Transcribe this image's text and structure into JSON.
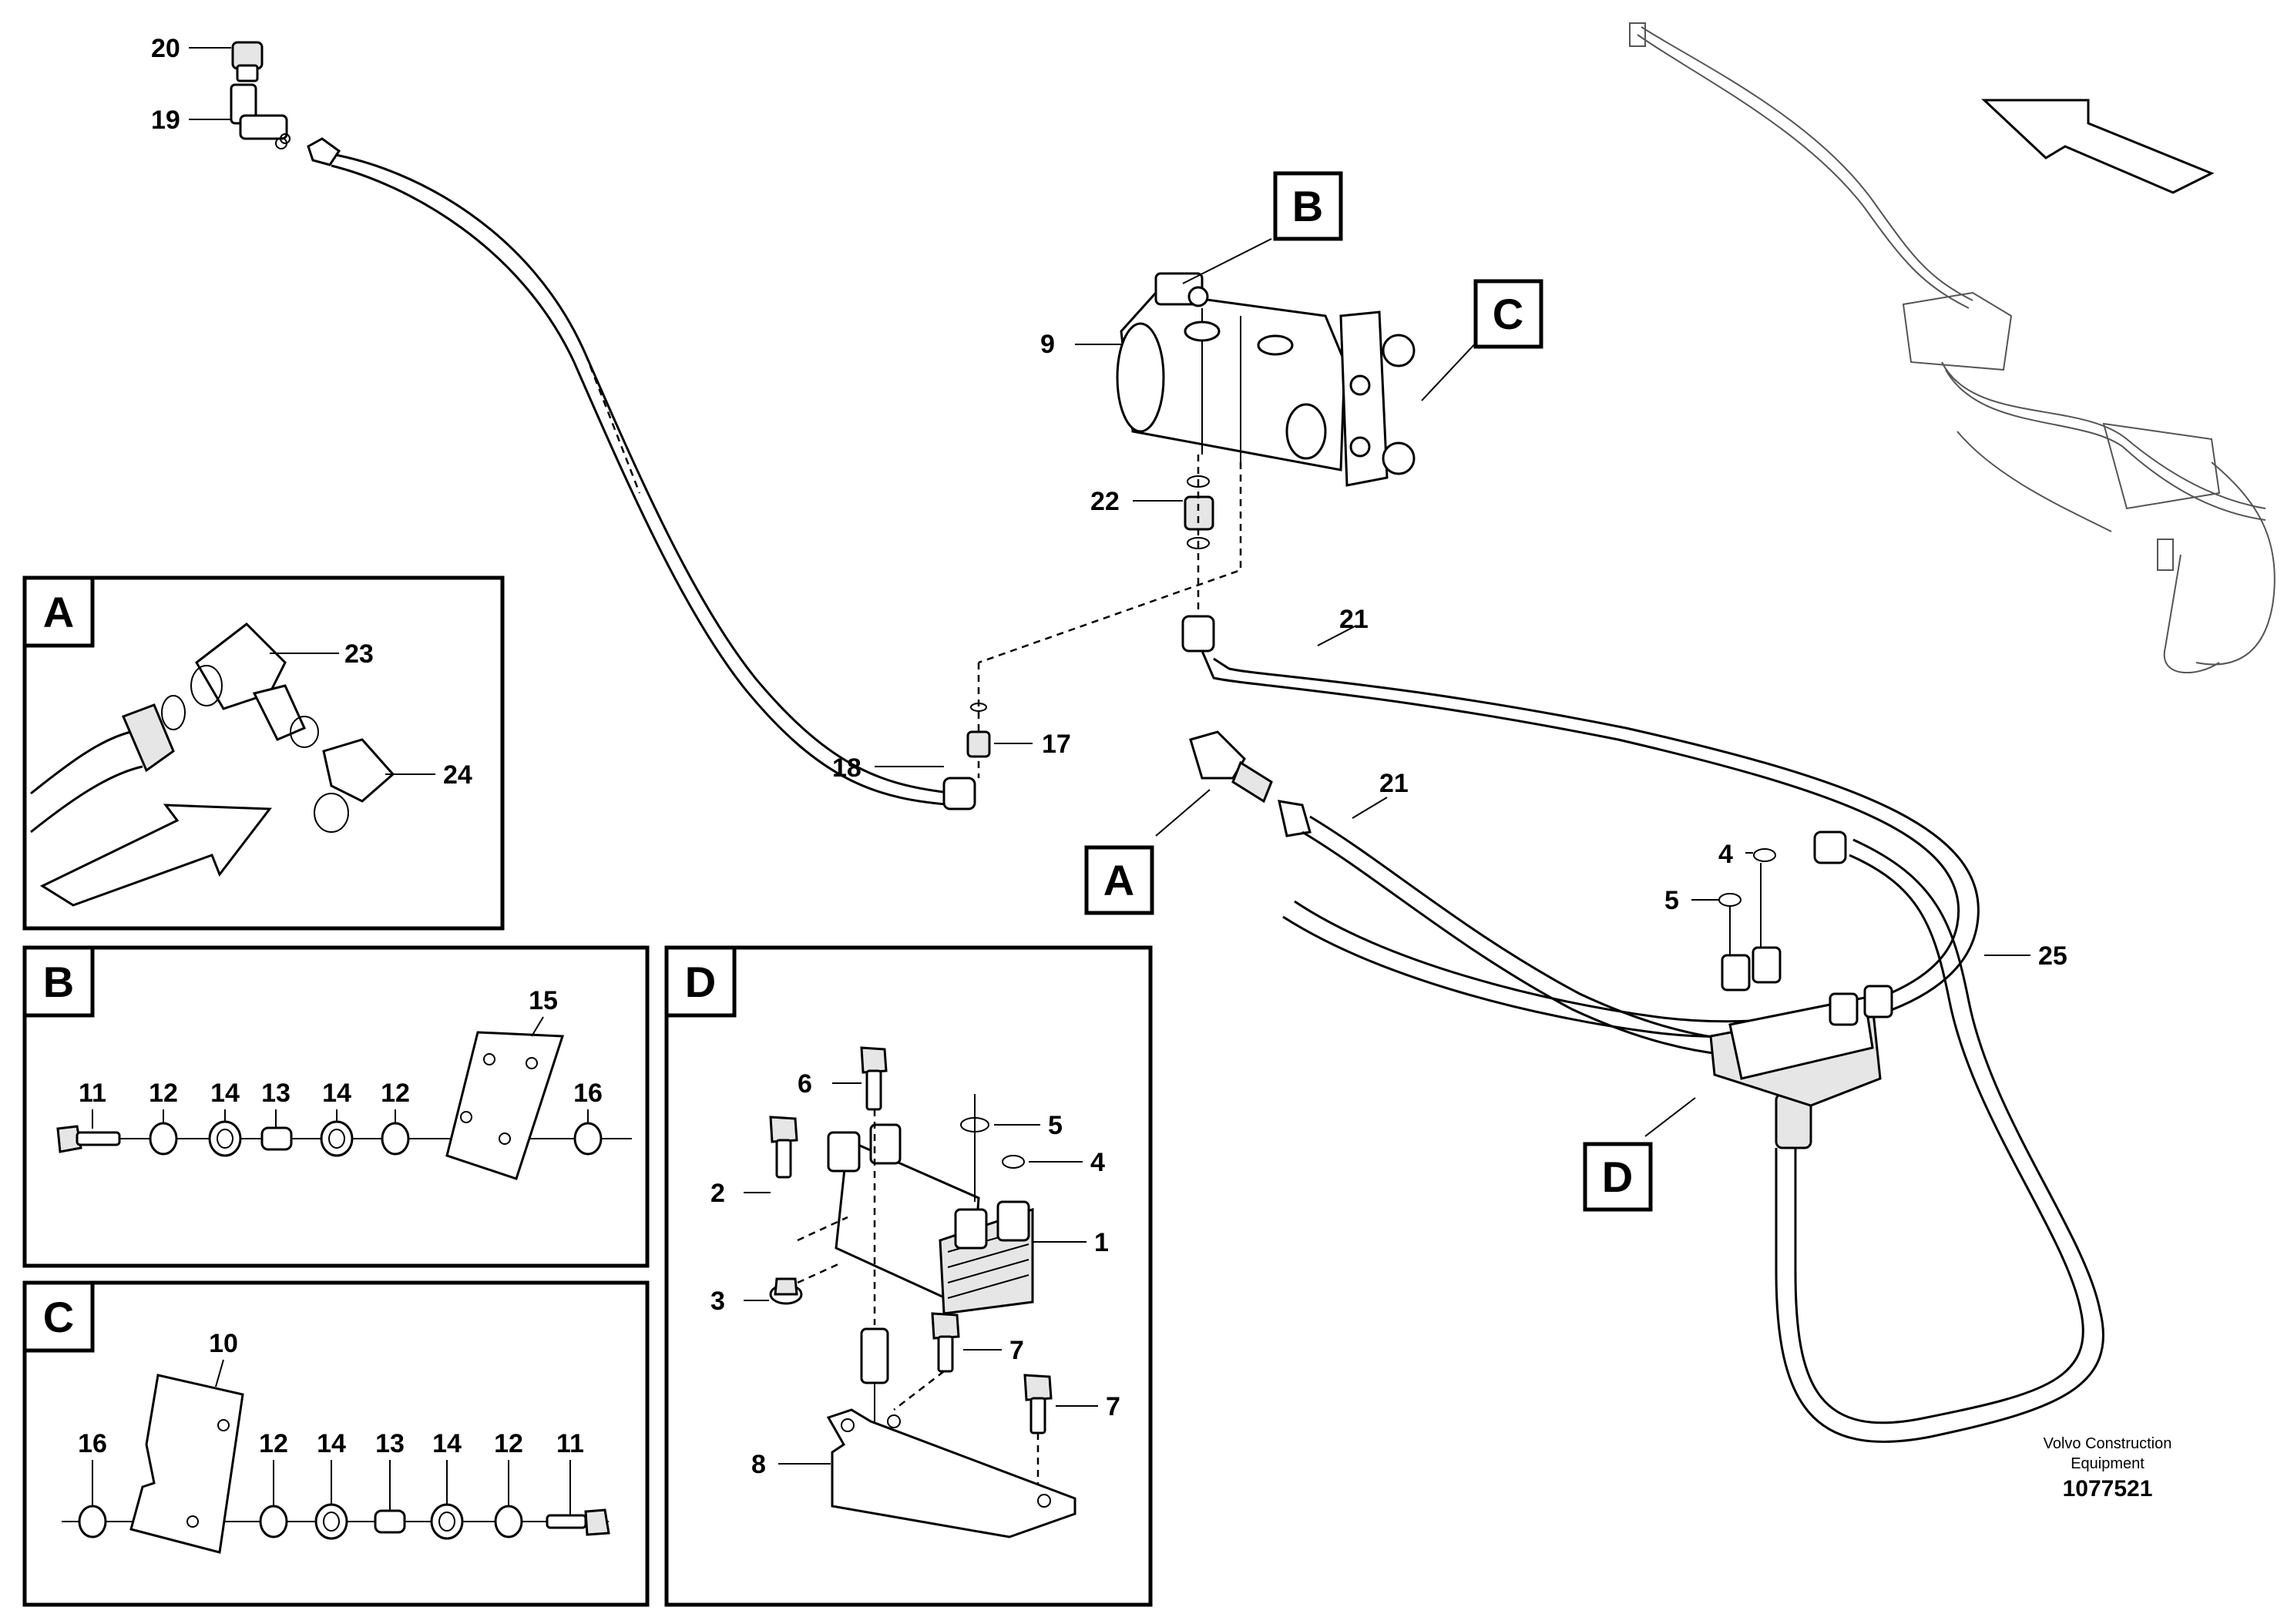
{
  "callouts": {
    "n1": "1",
    "n2": "2",
    "n3": "3",
    "n4": "4",
    "n5": "5",
    "n6": "6",
    "n7": "7",
    "n8": "8",
    "n9": "9",
    "n10": "10",
    "n11": "11",
    "n12": "12",
    "n13": "13",
    "n14": "14",
    "n15": "15",
    "n16": "16",
    "n17": "17",
    "n18": "18",
    "n19": "19",
    "n20": "20",
    "n21": "21",
    "n22": "22",
    "n23": "23",
    "n24": "24",
    "n25": "25"
  },
  "views": {
    "A": "A",
    "B": "B",
    "C": "C",
    "D": "D"
  },
  "credit": {
    "line1": "Volvo Construction",
    "line2": "Equipment",
    "number": "1077521"
  }
}
